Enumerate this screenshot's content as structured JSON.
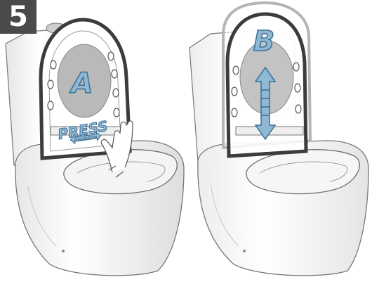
{
  "step_number": "5",
  "panels": [
    {
      "marker": "A",
      "action_text": "PRESS",
      "button_text": "PUSH-BUTTON",
      "illustration": "hand-pressing-seat-release-icon"
    },
    {
      "marker": "B",
      "illustration": "seat-lift-up-down-arrow-icon"
    }
  ],
  "colors": {
    "accent_fill": "#8fb8d4",
    "accent_stroke": "#3a6e93",
    "line": "#6f6f6f",
    "badge": "#4a4a4a"
  }
}
